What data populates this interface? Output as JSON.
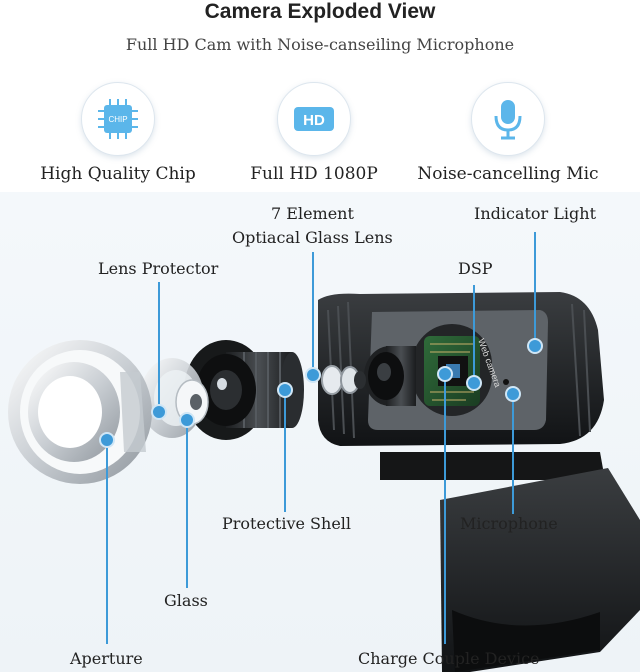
{
  "header": {
    "title": "Camera Exploded View",
    "subtitle": "Full HD Cam with Noise-canseiling Microphone"
  },
  "features": [
    {
      "icon": "chip-icon",
      "icon_text": "CHIP",
      "label": "High Quality Chip"
    },
    {
      "icon": "hd-icon",
      "icon_text": "HD",
      "label": "Full HD 1080P"
    },
    {
      "icon": "microphone-icon",
      "icon_text": "",
      "label": "Noise-cancelling Mic"
    }
  ],
  "callouts": {
    "lens_element_line1": "7 Element",
    "lens_element_line2": "Optiacal Glass Lens",
    "indicator_light": "Indicator Light",
    "lens_protector": "Lens Protector",
    "dsp": "DSP",
    "protective_shell": "Protective Shell",
    "microphone": "Microphone",
    "glass": "Glass",
    "aperture": "Aperture",
    "charge_couple_device": "Charge Couple Device"
  },
  "device_text": "Web camera",
  "colors": {
    "accent": "#3d9ad8",
    "icon_blue": "#5bb6ea"
  }
}
